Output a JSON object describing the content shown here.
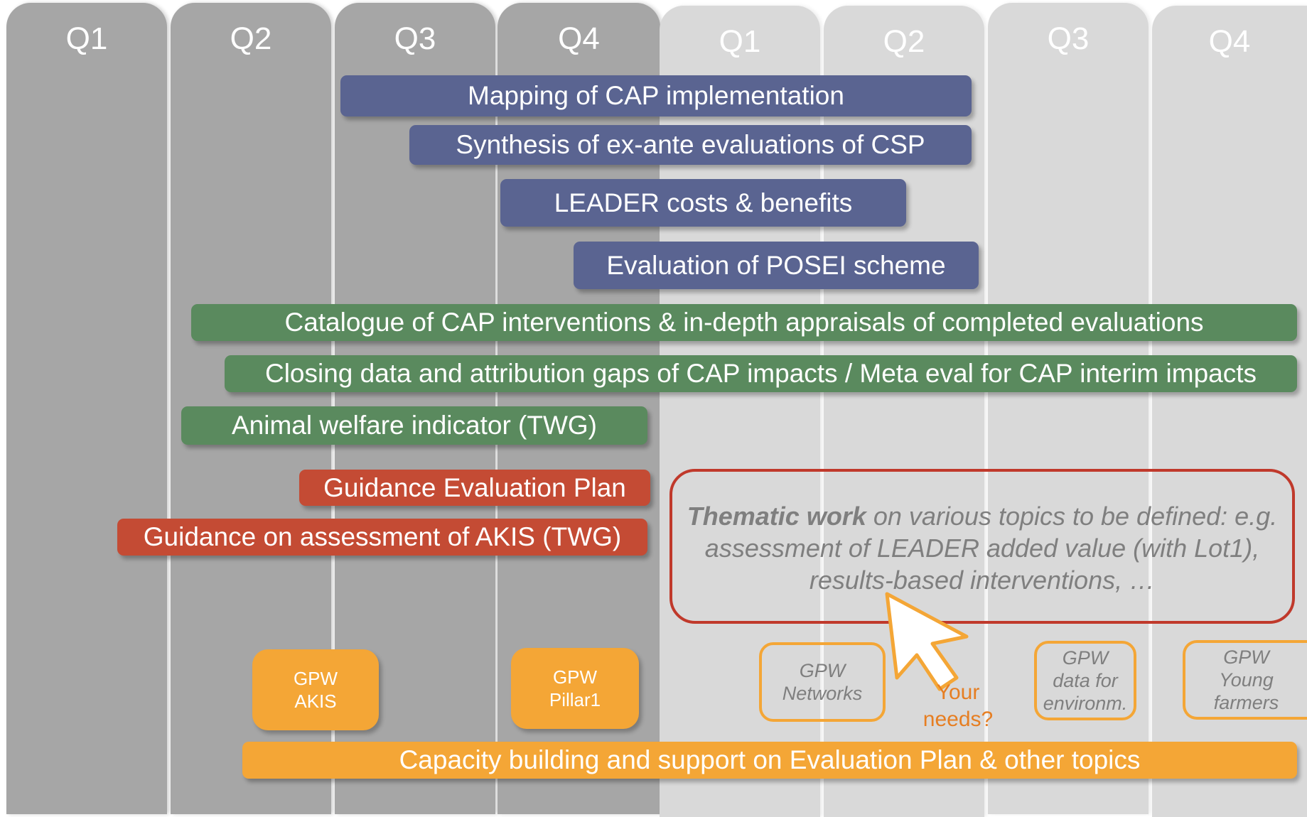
{
  "columns": [
    "Q1",
    "Q2",
    "Q3",
    "Q4",
    "Q1",
    "Q2",
    "Q3",
    "Q4"
  ],
  "bars": {
    "mapping_cap": "Mapping of CAP implementation",
    "synthesis_csp": "Synthesis of ex-ante evaluations of CSP",
    "leader_costs": "LEADER costs & benefits",
    "posei": "Evaluation of POSEI scheme",
    "catalogue": "Catalogue of CAP interventions &  in-depth appraisals of completed evaluations",
    "closing_gaps": "Closing data and attribution gaps of CAP impacts / Meta eval for CAP interim impacts",
    "animal_welfare": "Animal welfare indicator (TWG)",
    "guidance_eval_plan": "Guidance Evaluation Plan",
    "guidance_akis": "Guidance on assessment of AKIS (TWG)",
    "capacity_building": "Capacity building and support on Evaluation Plan & other topics"
  },
  "gpw": {
    "akis": [
      "GPW",
      "AKIS"
    ],
    "pillar1": [
      "GPW",
      "Pillar1"
    ],
    "networks": [
      "GPW",
      "Networks"
    ],
    "environm": [
      "GPW",
      "data for",
      "environm."
    ],
    "young_farmers": [
      "GPW",
      "Young",
      "farmers"
    ]
  },
  "thematic": {
    "bold": "Thematic work",
    "text": " on various topics to be defined: e.g. assessment of LEADER added value (with Lot1), results-based interventions, …"
  },
  "needs": [
    "Your",
    "needs?"
  ],
  "colors": {
    "blue": "#5a6491",
    "green": "#5a8a5e",
    "red": "#c44b34",
    "orange": "#f4a636",
    "dark_column": "#a6a6a6",
    "light_column": "#d9d9d9"
  }
}
